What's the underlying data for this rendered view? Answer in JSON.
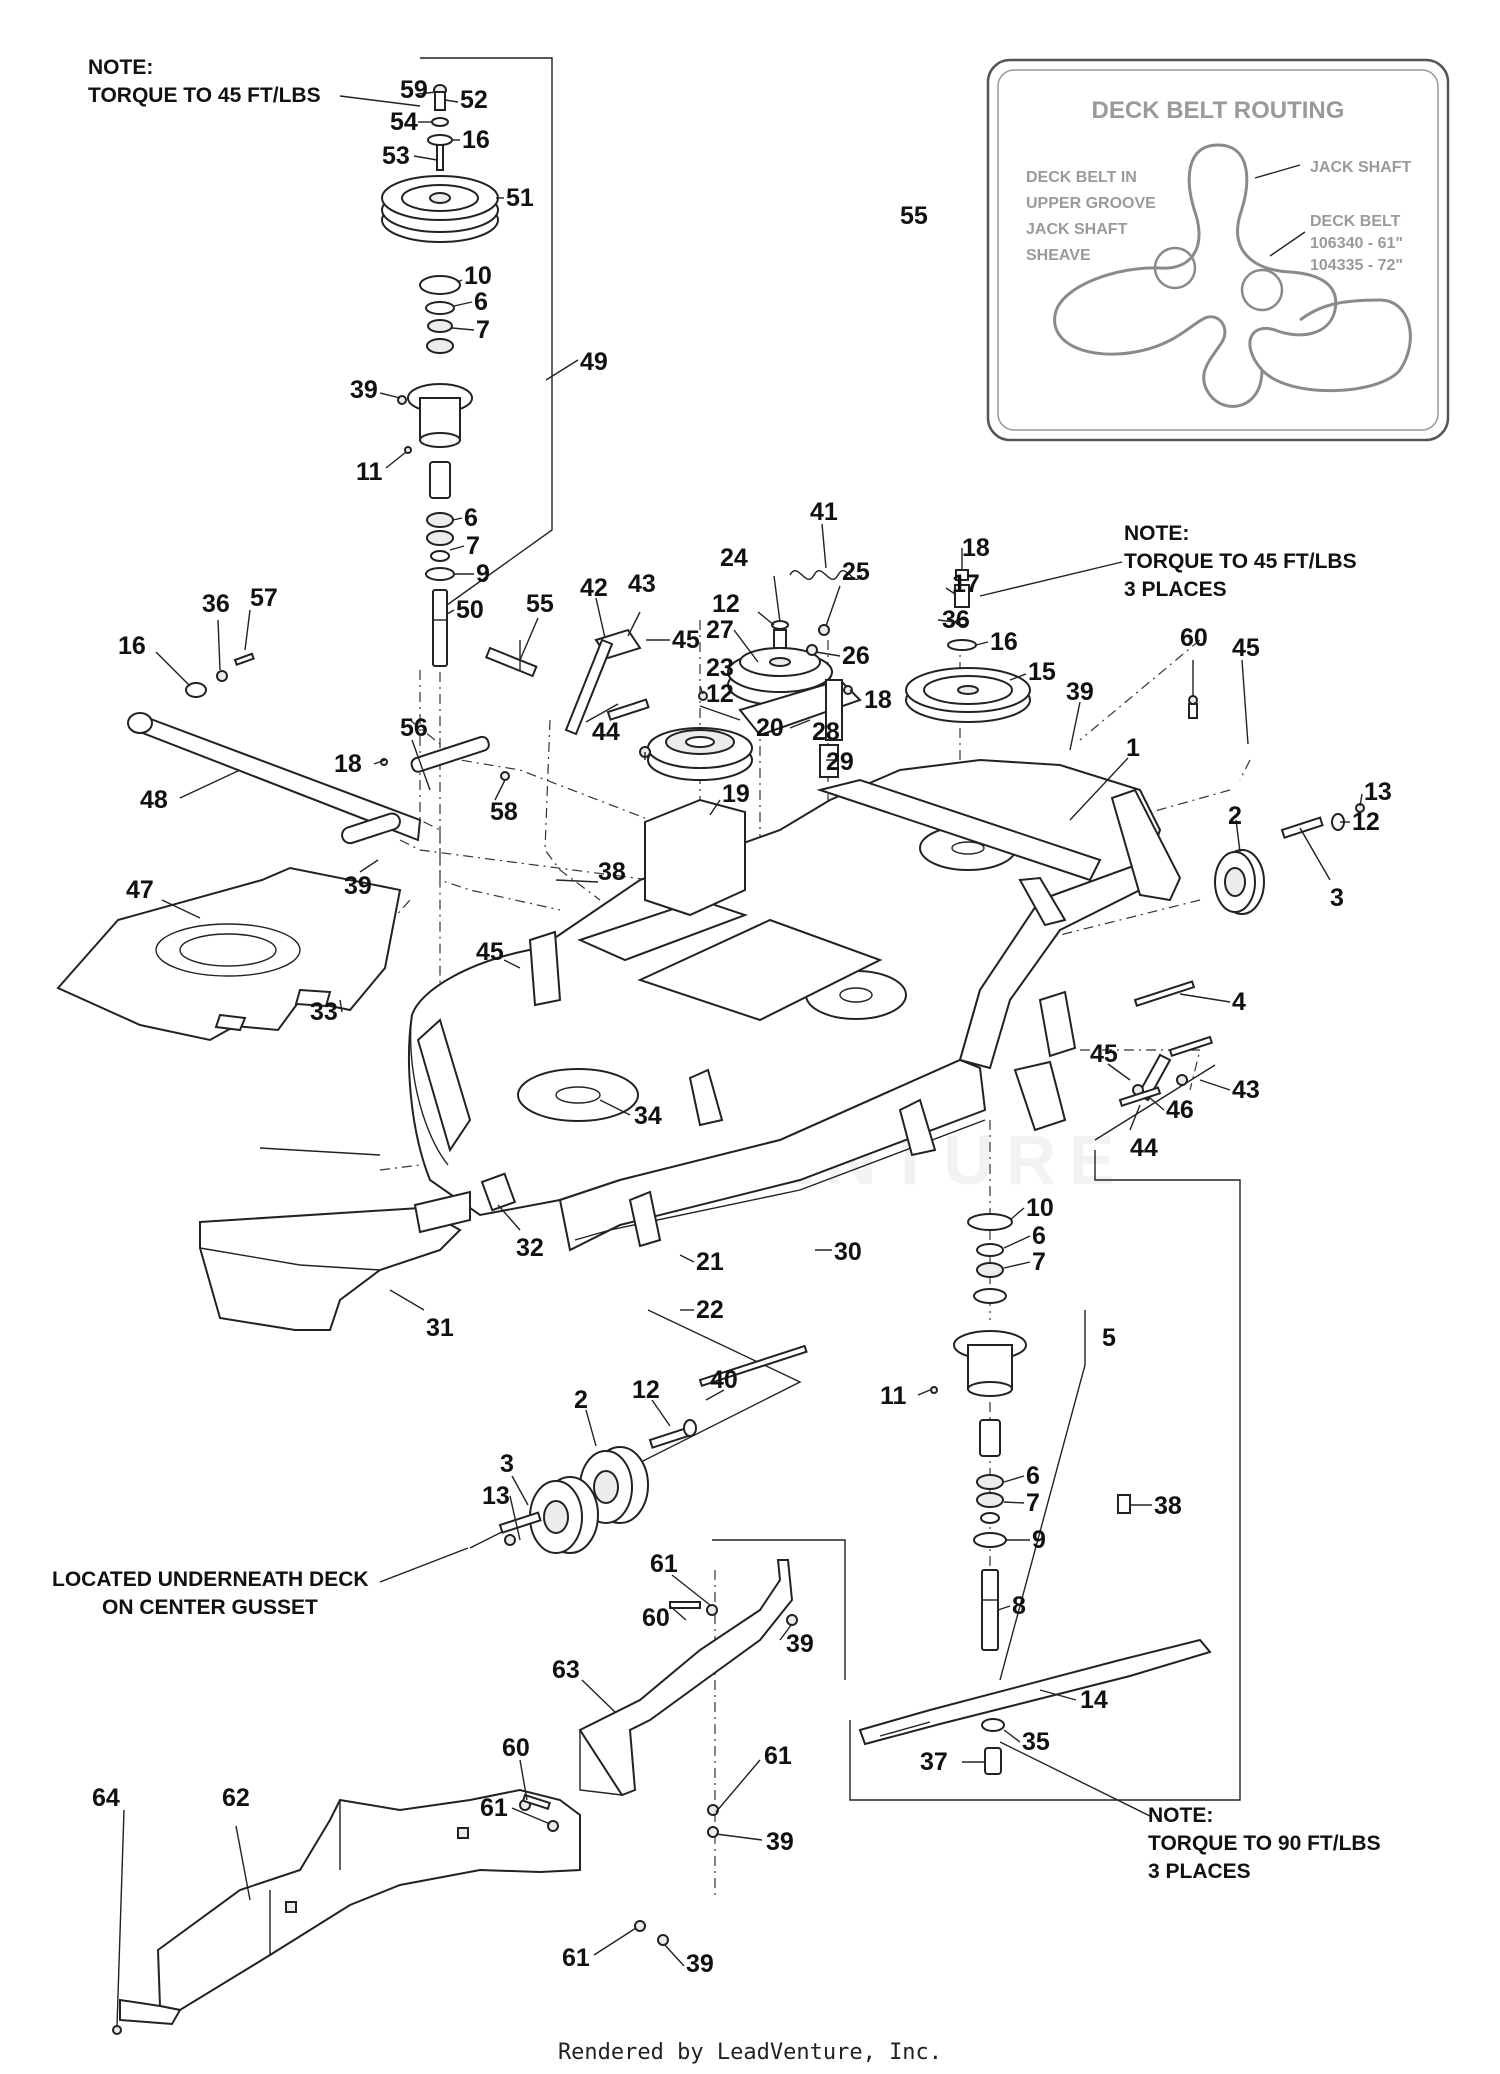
{
  "inset": {
    "title": "DECK BELT ROUTING",
    "lines": [
      "DECK BELT IN",
      "UPPER GROOVE",
      "JACK SHAFT",
      "SHEAVE"
    ],
    "jack_shaft": "JACK SHAFT",
    "belt_lines": [
      "DECK BELT",
      "106340 - 61\"",
      "104335 - 72\""
    ]
  },
  "notes": {
    "torque45": [
      "NOTE:",
      "TORQUE TO 45 FT/LBS"
    ],
    "torque45_3": [
      "NOTE:",
      "TORQUE TO 45 FT/LBS",
      "3 PLACES"
    ],
    "torque90_3": [
      "NOTE:",
      "TORQUE TO 90 FT/LBS",
      "3 PLACES"
    ],
    "underneath": [
      "LOCATED UNDERNEATH DECK",
      "ON CENTER GUSSET"
    ]
  },
  "callouts": [
    {
      "id": "c59",
      "label": "59"
    },
    {
      "id": "c52",
      "label": "52"
    },
    {
      "id": "c54",
      "label": "54"
    },
    {
      "id": "c16a",
      "label": "16"
    },
    {
      "id": "c53",
      "label": "53"
    },
    {
      "id": "c51",
      "label": "51"
    },
    {
      "id": "c10a",
      "label": "10"
    },
    {
      "id": "c6a",
      "label": "6"
    },
    {
      "id": "c7a",
      "label": "7"
    },
    {
      "id": "c39a",
      "label": "39"
    },
    {
      "id": "c49",
      "label": "49"
    },
    {
      "id": "c11a",
      "label": "11"
    },
    {
      "id": "c6b",
      "label": "6"
    },
    {
      "id": "c7b",
      "label": "7"
    },
    {
      "id": "c9a",
      "label": "9"
    },
    {
      "id": "c50",
      "label": "50"
    },
    {
      "id": "c36a",
      "label": "36"
    },
    {
      "id": "c57",
      "label": "57"
    },
    {
      "id": "c16b",
      "label": "16"
    },
    {
      "id": "c48",
      "label": "48"
    },
    {
      "id": "c18a",
      "label": "18"
    },
    {
      "id": "c56",
      "label": "56"
    },
    {
      "id": "c55a",
      "label": "55"
    },
    {
      "id": "c58",
      "label": "58"
    },
    {
      "id": "c39b",
      "label": "39"
    },
    {
      "id": "c47",
      "label": "47"
    },
    {
      "id": "c42",
      "label": "42"
    },
    {
      "id": "c43a",
      "label": "43"
    },
    {
      "id": "c45a",
      "label": "45"
    },
    {
      "id": "c44a",
      "label": "44"
    },
    {
      "id": "c41",
      "label": "41"
    },
    {
      "id": "c24",
      "label": "24"
    },
    {
      "id": "c12a",
      "label": "12"
    },
    {
      "id": "c27",
      "label": "27"
    },
    {
      "id": "c25",
      "label": "25"
    },
    {
      "id": "c26",
      "label": "26"
    },
    {
      "id": "c23",
      "label": "23"
    },
    {
      "id": "c12b",
      "label": "12"
    },
    {
      "id": "c18b",
      "label": "18"
    },
    {
      "id": "c20",
      "label": "20"
    },
    {
      "id": "c28",
      "label": "28"
    },
    {
      "id": "c29",
      "label": "29"
    },
    {
      "id": "c19",
      "label": "19"
    },
    {
      "id": "c38a",
      "label": "38"
    },
    {
      "id": "c18c",
      "label": "18"
    },
    {
      "id": "c17",
      "label": "17"
    },
    {
      "id": "c36b",
      "label": "36"
    },
    {
      "id": "c16c",
      "label": "16"
    },
    {
      "id": "c15",
      "label": "15"
    },
    {
      "id": "c60a",
      "label": "60"
    },
    {
      "id": "c45b",
      "label": "45"
    },
    {
      "id": "c39c",
      "label": "39"
    },
    {
      "id": "c1",
      "label": "1"
    },
    {
      "id": "c2a",
      "label": "2"
    },
    {
      "id": "c13a",
      "label": "13"
    },
    {
      "id": "c12c",
      "label": "12"
    },
    {
      "id": "c3a",
      "label": "3"
    },
    {
      "id": "c4",
      "label": "4"
    },
    {
      "id": "c55b",
      "label": "55"
    },
    {
      "id": "c45c",
      "label": "45"
    },
    {
      "id": "c33",
      "label": "33"
    },
    {
      "id": "c34",
      "label": "34"
    },
    {
      "id": "c45d",
      "label": "45"
    },
    {
      "id": "c43b",
      "label": "43"
    },
    {
      "id": "c46",
      "label": "46"
    },
    {
      "id": "c44b",
      "label": "44"
    },
    {
      "id": "c32",
      "label": "32"
    },
    {
      "id": "c31",
      "label": "31"
    },
    {
      "id": "c21",
      "label": "21"
    },
    {
      "id": "c22",
      "label": "22"
    },
    {
      "id": "c30",
      "label": "30"
    },
    {
      "id": "c10b",
      "label": "10"
    },
    {
      "id": "c6c",
      "label": "6"
    },
    {
      "id": "c7c",
      "label": "7"
    },
    {
      "id": "c5",
      "label": "5"
    },
    {
      "id": "c11b",
      "label": "11"
    },
    {
      "id": "c38b",
      "label": "38"
    },
    {
      "id": "c6d",
      "label": "6"
    },
    {
      "id": "c7d",
      "label": "7"
    },
    {
      "id": "c9b",
      "label": "9"
    },
    {
      "id": "c8",
      "label": "8"
    },
    {
      "id": "c14",
      "label": "14"
    },
    {
      "id": "c35",
      "label": "35"
    },
    {
      "id": "c37",
      "label": "37"
    },
    {
      "id": "c40",
      "label": "40"
    },
    {
      "id": "c12d",
      "label": "12"
    },
    {
      "id": "c2b",
      "label": "2"
    },
    {
      "id": "c3b",
      "label": "3"
    },
    {
      "id": "c13b",
      "label": "13"
    },
    {
      "id": "c61a",
      "label": "61"
    },
    {
      "id": "c60b",
      "label": "60"
    },
    {
      "id": "c39d",
      "label": "39"
    },
    {
      "id": "c63",
      "label": "63"
    },
    {
      "id": "c61b",
      "label": "61"
    },
    {
      "id": "c60c",
      "label": "60"
    },
    {
      "id": "c61c",
      "label": "61"
    },
    {
      "id": "c39e",
      "label": "39"
    },
    {
      "id": "c64",
      "label": "64"
    },
    {
      "id": "c62",
      "label": "62"
    },
    {
      "id": "c61d",
      "label": "61"
    },
    {
      "id": "c39f",
      "label": "39"
    }
  ],
  "footer": "Rendered by LeadVenture, Inc.",
  "watermark": "LEADVENTURE"
}
